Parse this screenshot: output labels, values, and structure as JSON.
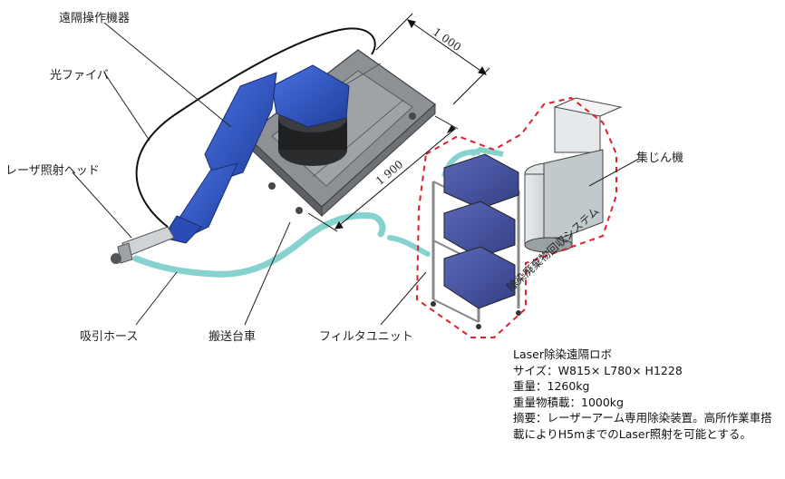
{
  "labels": {
    "remote_device": "遠隔操作機器",
    "optical_fiber": "光ファイバ",
    "laser_head": "レーザ照射ヘッド",
    "suction_hose": "吸引ホース",
    "carriage": "搬送台車",
    "filter_unit": "フィルタユニット",
    "dust_collector": "集じん機",
    "waste_system": "除染廃棄物回収システム"
  },
  "dimensions": {
    "width": "1 000",
    "length": "1 900"
  },
  "specs": {
    "title": "Laser除染遠隔ロボ",
    "size": "サイズ：W815× L780× H1228",
    "weight": "重量：1260kg",
    "load": "重量物積載：1000kg",
    "summary": "摘要：レーザーアーム専用除染装置。高所作業車搭載によりH5mまでのLaser照射を可能とする。"
  },
  "colors": {
    "robot": "#2f56c6",
    "filter_box": "#3f4c9a",
    "hose": "#86d2cf",
    "dashed_outline": "#e0202a",
    "collector": "#cfd5d8"
  }
}
